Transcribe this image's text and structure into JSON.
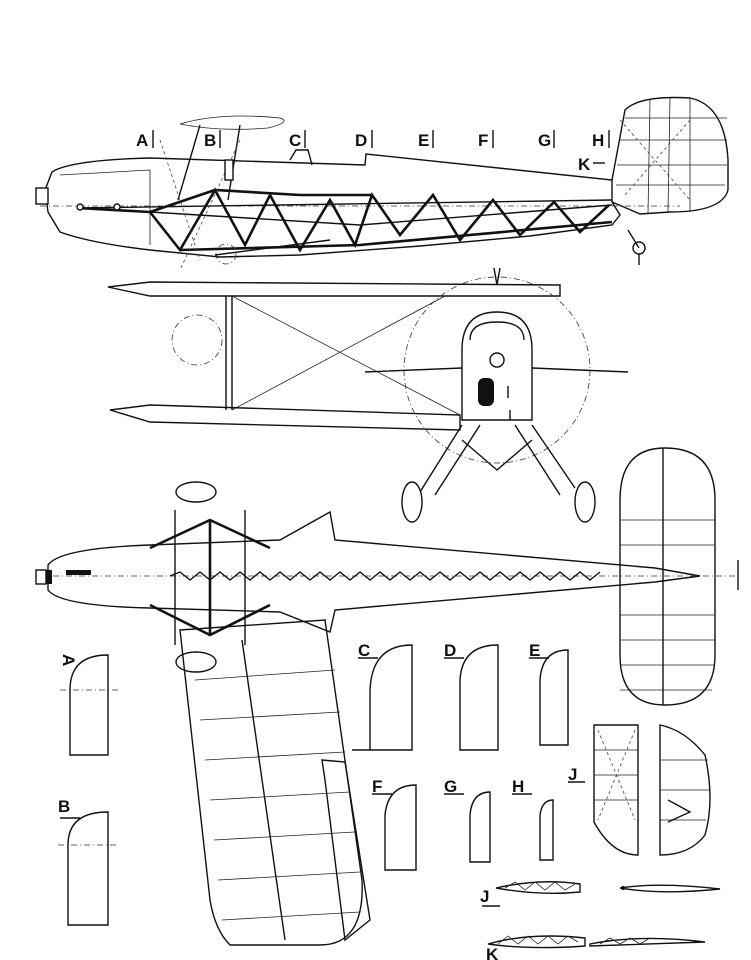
{
  "station_labels": [
    "A",
    "B",
    "C",
    "D",
    "E",
    "F",
    "G",
    "H",
    "K"
  ],
  "section_labels": {
    "A": "A",
    "B": "B",
    "C": "C",
    "D": "D",
    "E": "E",
    "F": "F",
    "G": "G",
    "H": "H",
    "J": "J",
    "J2": "J",
    "K2": "K"
  }
}
